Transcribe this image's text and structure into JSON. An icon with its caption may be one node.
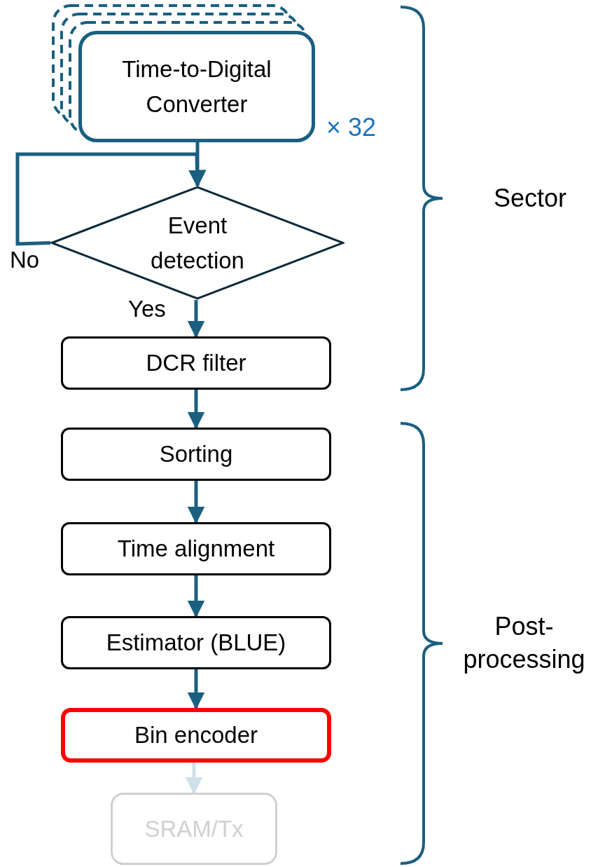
{
  "diagram": {
    "nodes": [
      {
        "text": [
          "Time-to-Digital Converter"
        ],
        "beside": [
          "× 32"
        ]
      },
      {
        "text": [
          "Event detection"
        ]
      },
      {
        "text": [
          "DCR filter"
        ]
      },
      {
        "text": [
          "Sorting"
        ]
      },
      {
        "text": [
          "Time alignment"
        ]
      },
      {
        "text": [
          "Estimator (BLUE)"
        ]
      },
      {
        "text": [
          "Bin encoder"
        ]
      },
      {
        "text": [
          "SRAM/Tx"
        ]
      }
    ],
    "edges": [
      {
        "from": 0,
        "to": 1,
        "arrow": "to"
      },
      {
        "from": 1,
        "to": 1,
        "arrow": "to",
        "label": "No"
      },
      {
        "from": 1,
        "to": 2,
        "arrow": "to",
        "label": "Yes"
      },
      {
        "from": 2,
        "to": 3,
        "arrow": "to"
      },
      {
        "from": 3,
        "to": 4,
        "arrow": "to"
      },
      {
        "from": 4,
        "to": 5,
        "arrow": "to"
      },
      {
        "from": 5,
        "to": 6,
        "arrow": "to"
      },
      {
        "from": 6,
        "to": 7,
        "arrow": "to",
        "color": "#d0e0e8"
      }
    ],
    "labels": [
      "Sector",
      "Post-processing"
    ]
  }
}
